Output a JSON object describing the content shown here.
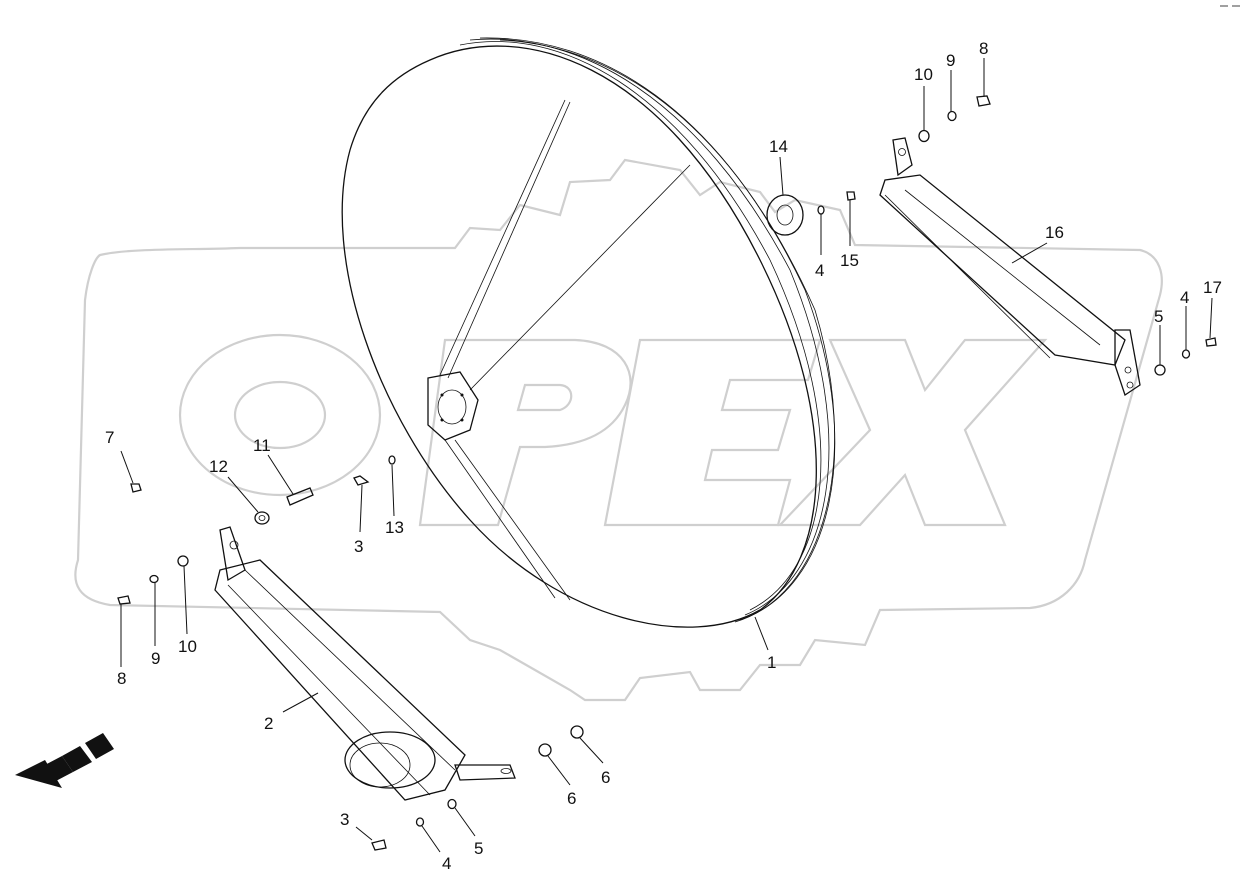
{
  "diagram": {
    "watermark_text": "OPEX",
    "callouts": {
      "c1": "1",
      "c2": "2",
      "c3a": "3",
      "c3b": "3",
      "c4a": "4",
      "c4b": "4",
      "c4c": "4",
      "c5a": "5",
      "c5b": "5",
      "c6a": "6",
      "c6b": "6",
      "c7": "7",
      "c8a": "8",
      "c8b": "8",
      "c9a": "9",
      "c9b": "9",
      "c10a": "10",
      "c10b": "10",
      "c11": "11",
      "c12": "12",
      "c13": "13",
      "c14": "14",
      "c15": "15",
      "c16": "16",
      "c17": "17"
    },
    "direction_arrow": "front-direction-arrow"
  }
}
